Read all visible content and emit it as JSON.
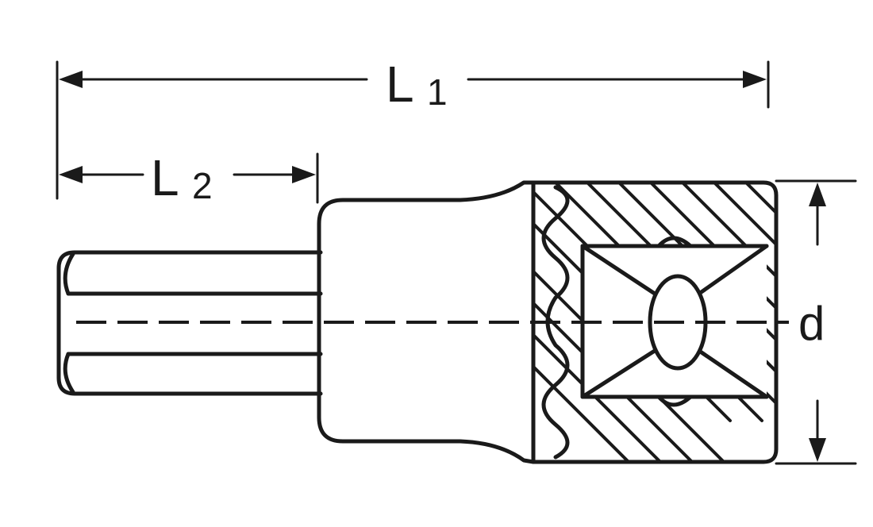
{
  "labels": {
    "l1_main": "L",
    "l1_sub": "1",
    "l2_main": "L",
    "l2_sub": "2",
    "d": "d"
  }
}
